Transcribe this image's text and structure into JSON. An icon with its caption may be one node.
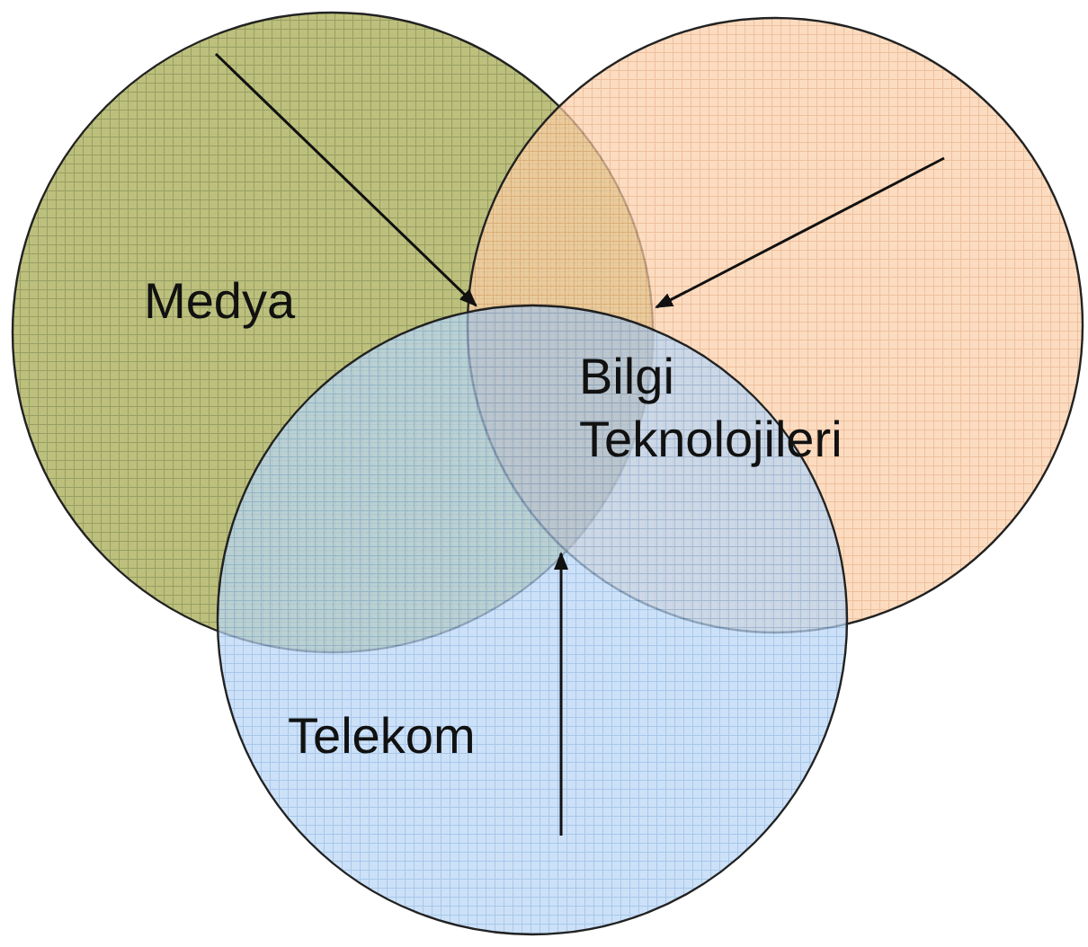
{
  "diagram": {
    "nodes": [
      {
        "text": [
          "Medya"
        ]
      },
      {
        "text": [
          "Bilgi Teknolojileri"
        ]
      },
      {
        "text": [
          "Telekom"
        ]
      },
      {
        "text": [],
        "shape": "region"
      }
    ],
    "edges": [
      {
        "from": 0,
        "to": 3,
        "arrow": "to"
      },
      {
        "from": 1,
        "to": 3,
        "arrow": "to"
      },
      {
        "from": 2,
        "to": 3,
        "arrow": "to"
      }
    ]
  }
}
